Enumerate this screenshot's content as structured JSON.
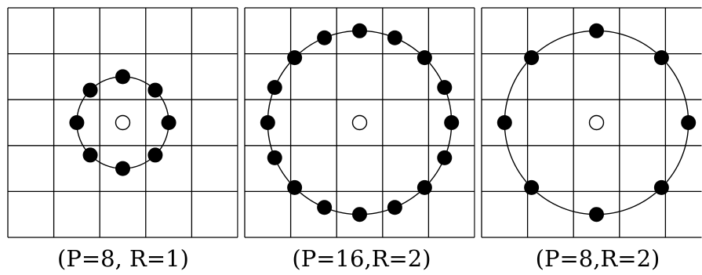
{
  "panels": [
    {
      "caption": "(P=8, R=1)",
      "points": 8,
      "radius": 1
    },
    {
      "caption": "(P=16,R=2)",
      "points": 16,
      "radius": 2
    },
    {
      "caption": "(P=8,R=2)",
      "points": 8,
      "radius": 2
    }
  ],
  "colors": {
    "line": "#000000",
    "dot": "#000000",
    "center_fill": "#ffffff",
    "background": "#ffffff"
  }
}
